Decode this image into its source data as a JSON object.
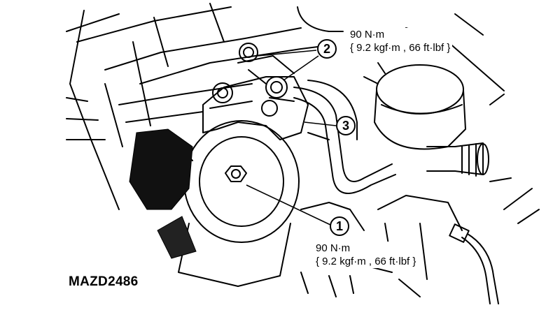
{
  "figure_code": "MAZD2486",
  "callouts": [
    {
      "number": "1"
    },
    {
      "number": "2"
    },
    {
      "number": "3"
    }
  ],
  "torque_specs": {
    "top": {
      "line1": "90 N·m",
      "line2": "{ 9.2 kgf·m , 66 ft·lbf }"
    },
    "bottom": {
      "line1": "90 N·m",
      "line2": "{ 9.2 kgf·m , 66 ft·lbf }"
    }
  },
  "colors": {
    "line": "#000000",
    "background": "#ffffff"
  }
}
